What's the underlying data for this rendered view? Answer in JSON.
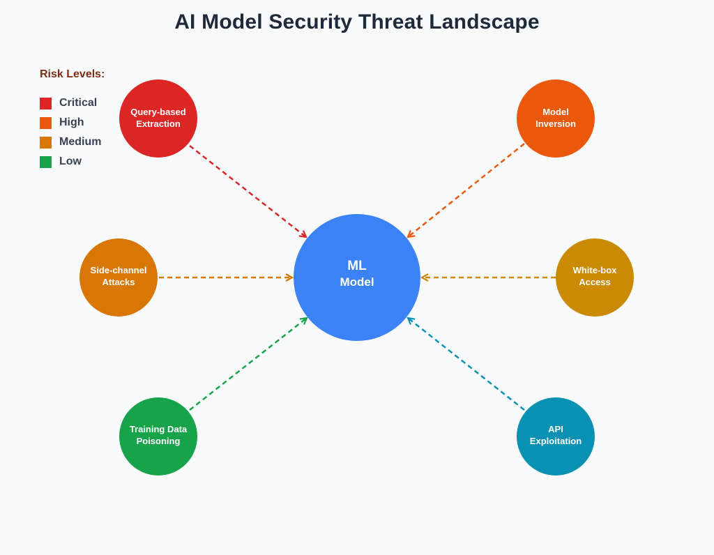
{
  "title": "AI Model Security Threat Landscape",
  "legend": {
    "title": "Risk Levels:",
    "items": [
      {
        "label": "Critical",
        "color": "#dc2626"
      },
      {
        "label": "High",
        "color": "#ea580c"
      },
      {
        "label": "Medium",
        "color": "#d97706"
      },
      {
        "label": "Low",
        "color": "#16a34a"
      }
    ]
  },
  "center": {
    "line1": "ML",
    "line2": "Model",
    "color": "#3b82f6"
  },
  "threats": [
    {
      "id": "query-based-extraction",
      "line1": "Query-based",
      "line2": "Extraction",
      "color": "#dc2626"
    },
    {
      "id": "model-inversion",
      "line1": "Model",
      "line2": "Inversion",
      "color": "#ea580c"
    },
    {
      "id": "side-channel-attacks",
      "line1": "Side-channel",
      "line2": "Attacks",
      "color": "#d97706"
    },
    {
      "id": "white-box-access",
      "line1": "White-box",
      "line2": "Access",
      "color": "#ca8a04"
    },
    {
      "id": "training-data-poisoning",
      "line1": "Training Data",
      "line2": "Poisoning",
      "color": "#16a34a"
    },
    {
      "id": "api-exploitation",
      "line1": "API",
      "line2": "Exploitation",
      "color": "#0891b2"
    }
  ]
}
